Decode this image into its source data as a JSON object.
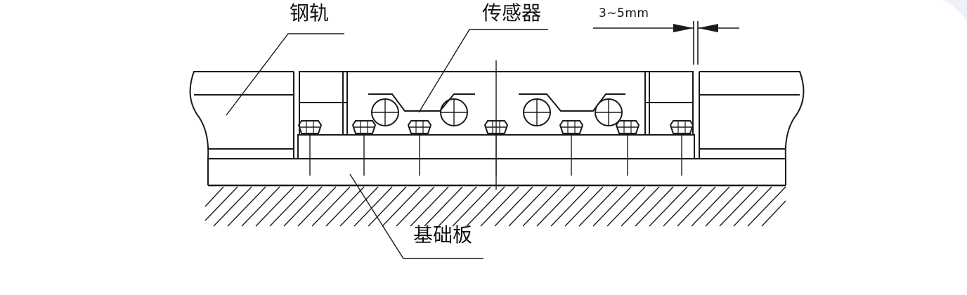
{
  "labels": {
    "rail": "钢轨",
    "sensor": "传感器",
    "gap": "3~5mm",
    "base": "基础板"
  },
  "colors": {
    "line": "#1a1a1a",
    "background": "#ffffff"
  }
}
